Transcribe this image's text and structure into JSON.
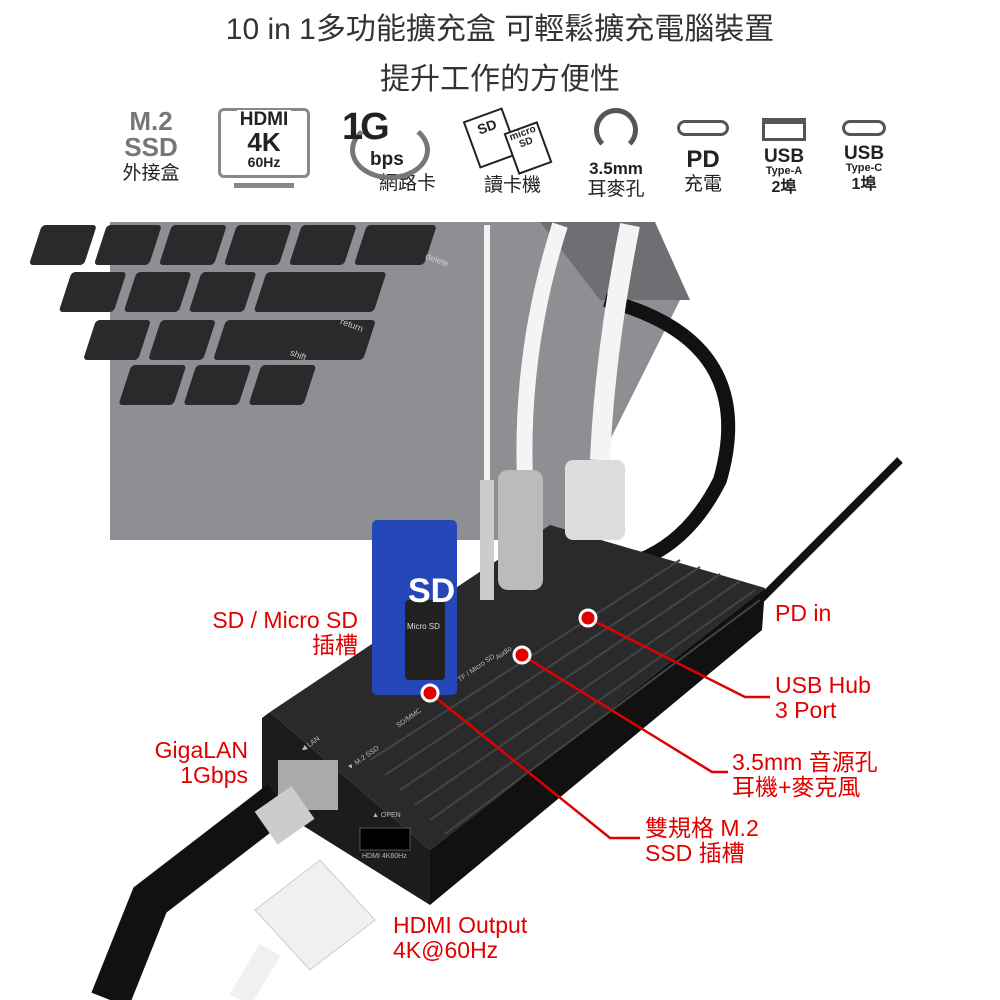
{
  "title": {
    "line1": "10 in 1多功能擴充盒  可輕鬆擴充電腦裝置",
    "line2": "提升工作的方便性"
  },
  "features": [
    {
      "icon": "m2-ssd-icon",
      "lines": [
        "M.2",
        "SSD"
      ],
      "caption": "外接盒"
    },
    {
      "icon": "hdmi-monitor-icon",
      "lines": [
        "HDMI",
        "4K",
        "60Hz"
      ],
      "caption": ""
    },
    {
      "icon": "network-icon",
      "lines": [
        "1G",
        "bps"
      ],
      "caption": "網路卡"
    },
    {
      "icon": "sd-card-icon",
      "lines": [
        "SD",
        "micro SD"
      ],
      "caption": "讀卡機"
    },
    {
      "icon": "headset-icon",
      "lines": [
        "3.5mm"
      ],
      "caption": "耳麥孔"
    },
    {
      "icon": "usb-c-port-icon",
      "lines": [
        "PD"
      ],
      "caption": "充電"
    },
    {
      "icon": "usb-a-port-icon",
      "lines": [
        "USB",
        "Type-A"
      ],
      "caption": "2埠"
    },
    {
      "icon": "usb-c-port-icon",
      "lines": [
        "USB",
        "Type-C"
      ],
      "caption": "1埠"
    }
  ],
  "callouts": {
    "sd": [
      "SD / Micro SD",
      "插槽"
    ],
    "lan": [
      "GigaLAN",
      "1Gbps"
    ],
    "pd": "PD in",
    "usb": [
      "USB Hub",
      "3 Port"
    ],
    "audio": [
      "3.5mm 音源孔",
      "耳機+麥克風"
    ],
    "ssd": [
      "雙規格 M.2",
      "SSD 插槽"
    ],
    "hdmi": [
      "HDMI Output",
      "4K@60Hz"
    ]
  },
  "device_labels": {
    "lan": "◀ LAN",
    "m2": "▼ M.2 SSD",
    "open": "▲ OPEN",
    "hdmi": "HDMI 4K60Hz",
    "sdmmc": "SD/MMC",
    "tf": "TF / Micro SD",
    "audio": "Audio",
    "sd_card": "SD",
    "micro_sd": "Micro SD"
  },
  "keyboard": {
    "delete": "delete",
    "return": "return",
    "shift": "shift"
  },
  "colors": {
    "accent": "#e00000",
    "device": "#1c1c1e",
    "laptop": "#8e8f93"
  }
}
